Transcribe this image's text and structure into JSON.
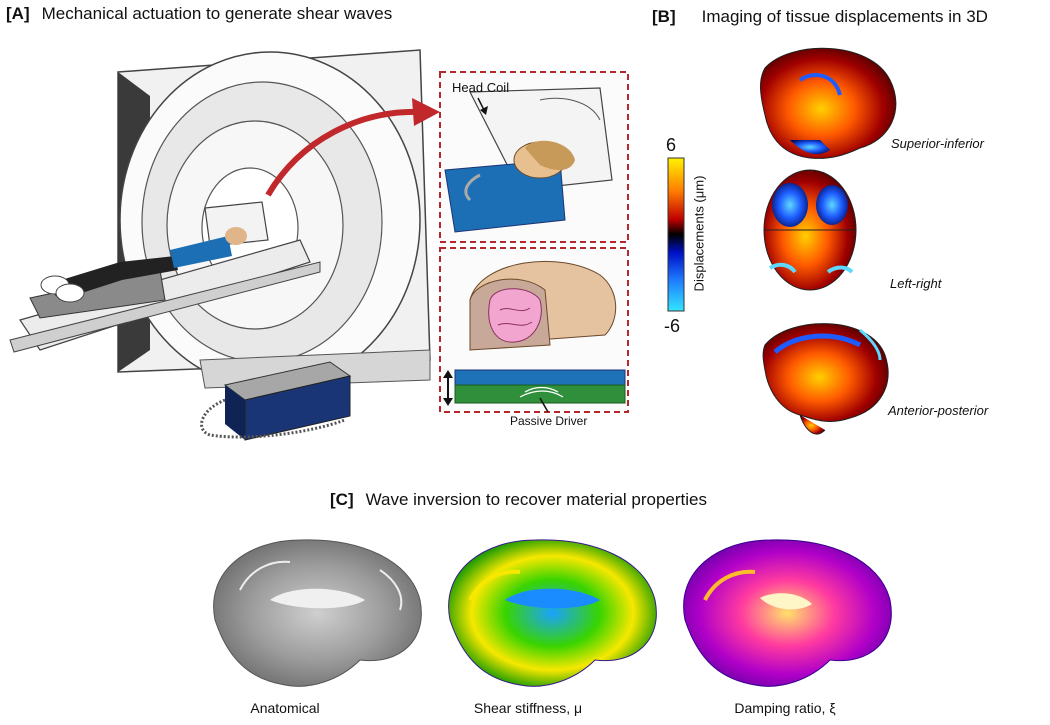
{
  "panel_a": {
    "tag": "[A]",
    "title": "Mechanical actuation to generate shear waves",
    "head_coil_label": "Head Coil",
    "passive_driver_label": "Passive Driver"
  },
  "panel_b": {
    "tag": "[B]",
    "title": "Imaging of tissue displacements in 3D",
    "colorbar": {
      "max": "6",
      "min": "-6",
      "label": "Displacements (μm)"
    },
    "views": [
      "Superior-inferior",
      "Left-right",
      "Anterior-posterior"
    ]
  },
  "panel_c": {
    "tag": "[C]",
    "title": "Wave inversion to recover material properties",
    "maps": [
      "Anatomical",
      "Shear stiffness, μ",
      "Damping ratio, ξ"
    ]
  },
  "colors": {
    "dash_red": "#b5272a",
    "patient_shirt": "#1d6fb5",
    "driver_box": "#1a3576",
    "driver_top": "#a7a7a7",
    "pad_green": "#2f8f3a",
    "pad_blue": "#1e73b8",
    "brain_pink": "#f2a6cf",
    "arrow_red": "#c0282c"
  },
  "icons": [
    "mri-scanner-illustration",
    "patient-illustration",
    "passive-driver-device",
    "curved-arrow-icon",
    "double-arrow-icon"
  ]
}
